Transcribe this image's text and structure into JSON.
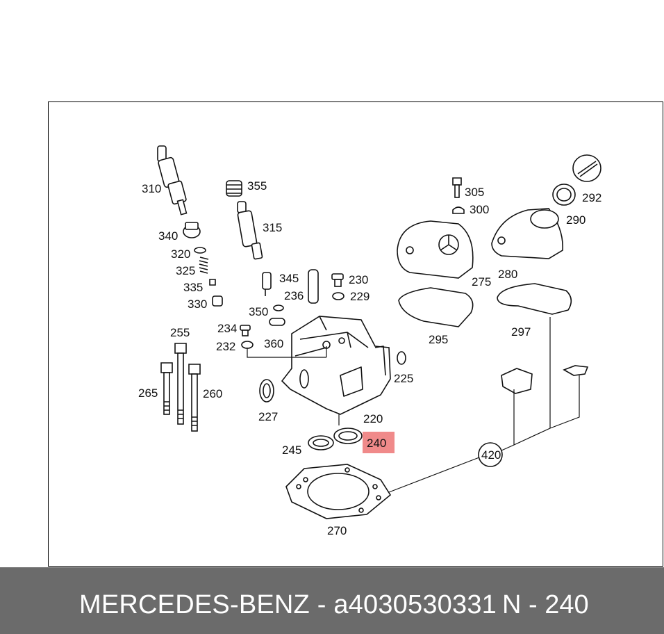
{
  "diagram": {
    "labels": {
      "l310": "310",
      "l355": "355",
      "l340": "340",
      "l315": "315",
      "l320": "320",
      "l325": "325",
      "l335": "335",
      "l330": "330",
      "l345": "345",
      "l236": "236",
      "l230": "230",
      "l229": "229",
      "l350": "350",
      "l305": "305",
      "l300": "300",
      "l292": "292",
      "l290": "290",
      "l280": "280",
      "l275": "275",
      "l295": "295",
      "l297": "297",
      "l255": "255",
      "l234": "234",
      "l232": "232",
      "l360": "360",
      "l225": "225",
      "l265": "265",
      "l260": "260",
      "l227": "227",
      "l220": "220",
      "l240": "240",
      "l245": "245",
      "l420": "420",
      "l270": "270"
    },
    "highlight_color": "#f08a8a"
  },
  "footer": {
    "brand_part": "MERCEDES-BENZ - a4030530331",
    "position": "N - 240",
    "background": "#6b6b6b"
  }
}
